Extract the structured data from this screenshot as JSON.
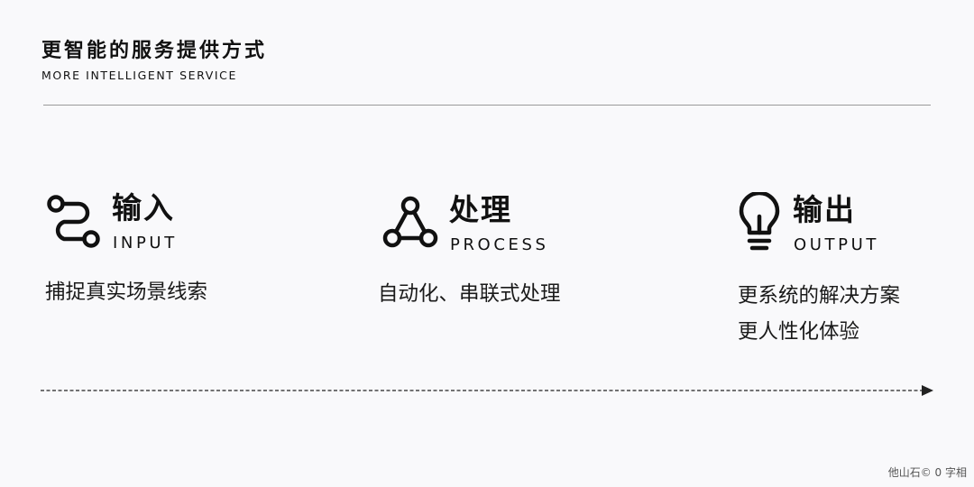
{
  "header": {
    "title": "更智能的服务提供方式",
    "subtitle": "MORE INTELLIGENT SERVICE"
  },
  "steps": [
    {
      "icon": "path-nodes-icon",
      "title": "输入",
      "subtitle": "INPUT",
      "description": [
        "捕捉真实场景线索"
      ]
    },
    {
      "icon": "triangle-network-icon",
      "title": "处理",
      "subtitle": "PROCESS",
      "description": [
        "自动化、串联式处理"
      ]
    },
    {
      "icon": "lightbulb-icon",
      "title": "输出",
      "subtitle": "OUTPUT",
      "description": [
        "更系统的解决方案",
        "更人性化体验"
      ]
    }
  ],
  "watermark": "他山石© 0 字相",
  "colors": {
    "background": "#f9f9fb",
    "text": "#111111",
    "divider": "#9a9a9a"
  }
}
